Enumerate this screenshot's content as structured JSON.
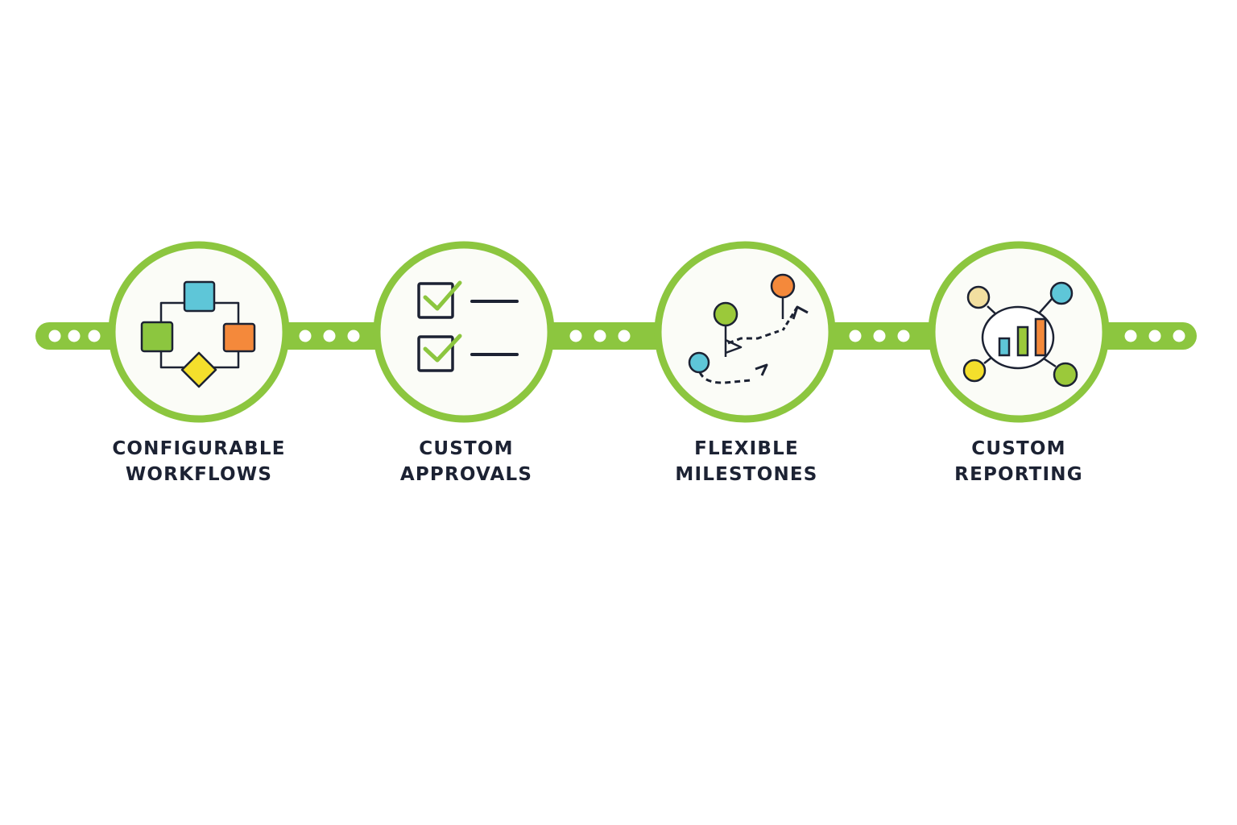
{
  "colors": {
    "accent_green": "#8cc63f",
    "circle_fill": "#fbfcf7",
    "ink": "#1c2233",
    "blue": "#5ec6d8",
    "orange": "#f4893b",
    "yellow": "#f4df2c",
    "light_green": "#9bc93a",
    "cream": "#f2dfa0"
  },
  "steps": [
    {
      "id": "configurable-workflows",
      "icon": "workflow-icon",
      "label_line1": "CONFIGURABLE",
      "label_line2": "WORKFLOWS"
    },
    {
      "id": "custom-approvals",
      "icon": "checklist-icon",
      "label_line1": "CUSTOM",
      "label_line2": "APPROVALS"
    },
    {
      "id": "flexible-milestones",
      "icon": "milestone-path-icon",
      "label_line1": "FLEXIBLE",
      "label_line2": "MILESTONES"
    },
    {
      "id": "custom-reporting",
      "icon": "reporting-network-icon",
      "label_line1": "CUSTOM",
      "label_line2": "REPORTING"
    }
  ]
}
